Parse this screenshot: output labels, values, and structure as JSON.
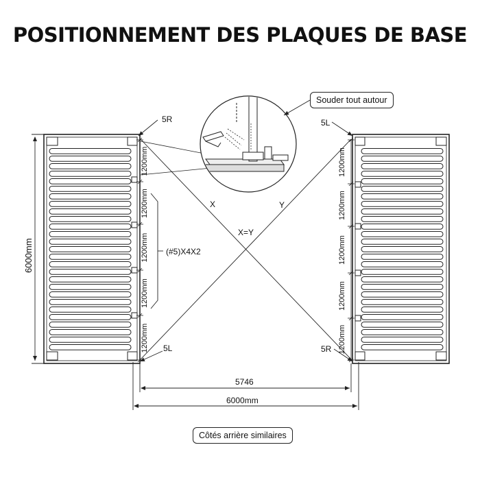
{
  "title": "POSITIONNEMENT DES PLAQUES DE BASE",
  "callout_weld": "Souder tout autour",
  "footer_note": "Côtés arrière similaires",
  "corner_labels": {
    "left_top": "5R",
    "right_top": "5L",
    "left_bottom": "5L",
    "right_bottom": "5R"
  },
  "diagonals": {
    "x": "X",
    "y": "Y",
    "equality": "X=Y"
  },
  "plate_callout": "(#5)X4X2",
  "left_height": "6000mm",
  "segment_label": "1200mm",
  "inner_width": "5746",
  "outer_width": "6000mm",
  "colors": {
    "line": "#222222",
    "fill": "#ffffff"
  }
}
